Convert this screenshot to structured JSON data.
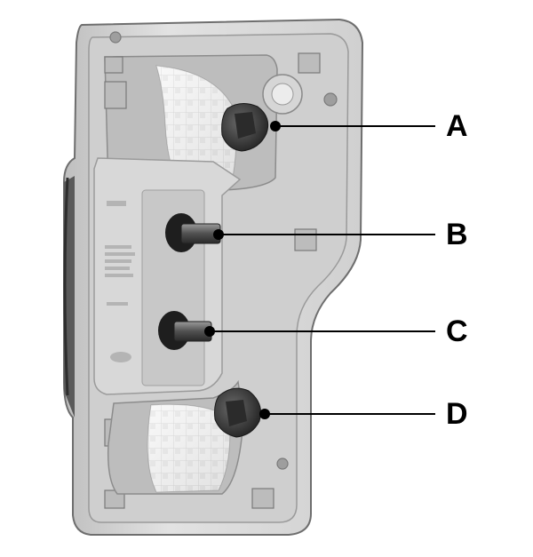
{
  "callouts": [
    {
      "id": "A",
      "label": "A"
    },
    {
      "id": "B",
      "label": "B"
    },
    {
      "id": "C",
      "label": "C"
    },
    {
      "id": "D",
      "label": "D"
    }
  ],
  "colors": {
    "housing": "#dcdcdc",
    "housing_dark": "#8e8e8e",
    "reflector": "#f2f2f2",
    "socket": "#3c3c3c",
    "line": "#000000"
  }
}
